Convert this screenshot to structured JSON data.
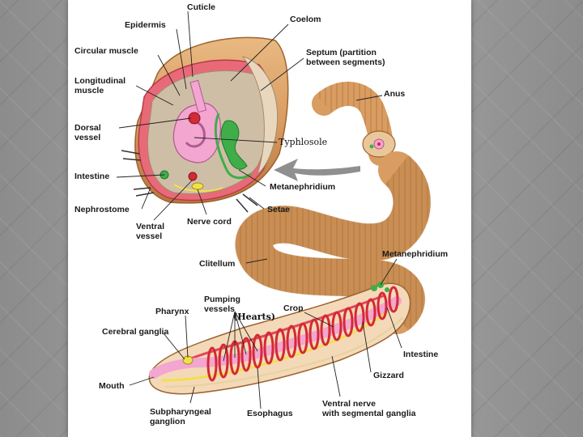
{
  "labels": {
    "cuticle": "Cuticle",
    "epidermis": "Epidermis",
    "circular_muscle": "Circular muscle",
    "longitudinal_muscle": "Longitudinal\nmuscle",
    "dorsal_vessel": "Dorsal\nvessel",
    "intestine_top": "Intestine",
    "nephrostome": "Nephrostome",
    "ventral_vessel": "Ventral\nvessel",
    "nerve_cord": "Nerve cord",
    "coelom": "Coelom",
    "septum": "Septum (partition\nbetween segments)",
    "anus": "Anus",
    "typhlosole": "Typhlosole",
    "metanephridium_top": "Metanephridium",
    "setae": "Setae",
    "clitellum": "Clitellum",
    "metanephridium_right": "Metanephridium",
    "pumping_vessels": "Pumping\nvessels",
    "hearts": "(Hearts)",
    "pharynx": "Pharynx",
    "crop": "Crop",
    "cerebral_ganglia": "Cerebral ganglia",
    "mouth": "Mouth",
    "intestine_bottom": "Intestine",
    "gizzard": "Gizzard",
    "subpharyngeal": "Subpharyngeal\nganglion",
    "esophagus": "Esophagus",
    "ventral_nerve": "Ventral nerve\nwith segmental ganglia"
  },
  "colors": {
    "body": "#d9a068",
    "body_dark": "#b77a45",
    "muscle": "#e04a5a",
    "tissue": "#cdbba3",
    "gut": "#f2a6d0",
    "green": "#3fae49",
    "vessel_red": "#d42a35",
    "nerve_yellow": "#f2e04a"
  }
}
